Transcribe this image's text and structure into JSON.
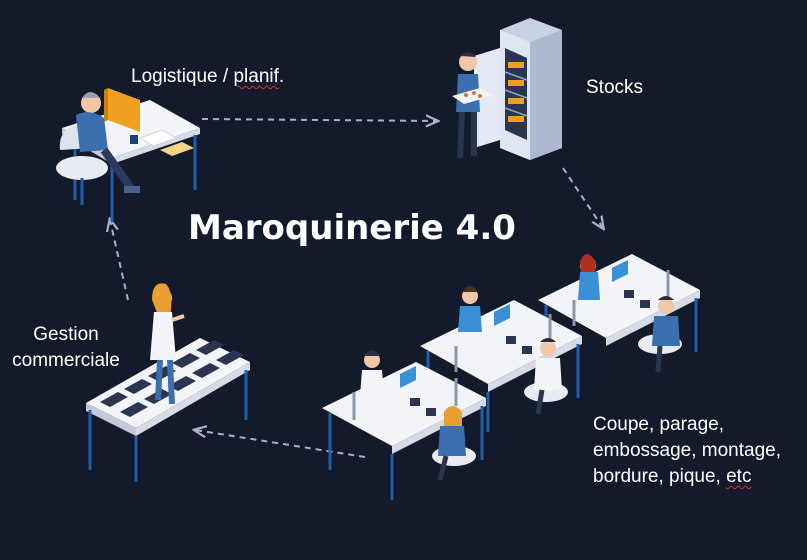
{
  "title": "Maroquinerie 4.0",
  "nodes": {
    "logistique": {
      "text_main": "Logistique / ",
      "text_underlined": "planif",
      "text_end": "."
    },
    "stocks": {
      "text": "Stocks"
    },
    "gestion": {
      "line1": "Gestion",
      "line2": "commerciale"
    },
    "production": {
      "line1": "Coupe, parage,",
      "line2": "embossage, montage,",
      "line3_main": "bordure, pique, ",
      "line3_underlined": "etc"
    }
  },
  "colors": {
    "background": "#121a2b",
    "arrow": "#aab0cc",
    "desk_top": "#f2f4f8",
    "desk_edge": "#d6dbe6",
    "desk_leg": "#1f5ea8",
    "screen_orange": "#f0a020",
    "screen_blue": "#3a8fd6",
    "shirt_blue": "#3b6fb0",
    "hair_orange": "#e8a030"
  },
  "icons": [
    "office-worker-icon",
    "fridge-storage-icon",
    "sales-desk-icon",
    "workshop-icon"
  ]
}
